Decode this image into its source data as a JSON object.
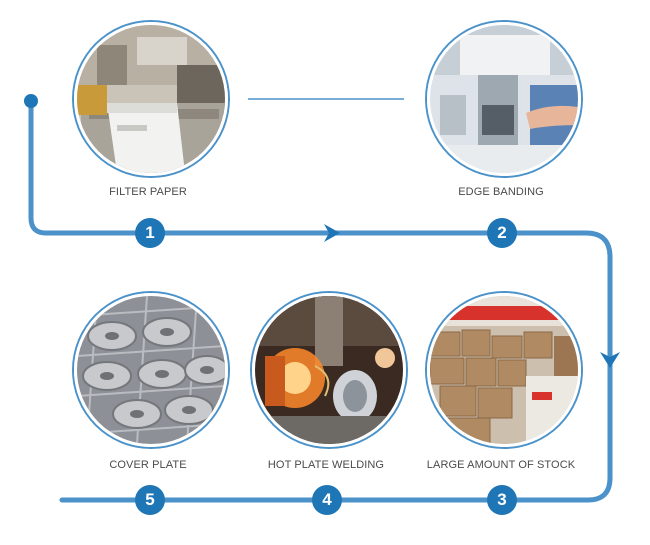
{
  "colors": {
    "accent": "#1f76b7",
    "line": "#4a92c9"
  },
  "steps": [
    {
      "number": "1",
      "label": "FILTER PAPER",
      "icon": "filter-paper-machine-photo"
    },
    {
      "number": "2",
      "label": "EDGE BANDING",
      "icon": "edge-banding-machine-photo"
    },
    {
      "number": "3",
      "label": "LARGE AMOUNT OF STOCK",
      "icon": "warehouse-stock-photo"
    },
    {
      "number": "4",
      "label": "HOT PLATE WELDING",
      "icon": "hot-plate-welding-photo"
    },
    {
      "number": "5",
      "label": "COVER PLATE",
      "icon": "cover-plate-rack-photo"
    }
  ]
}
